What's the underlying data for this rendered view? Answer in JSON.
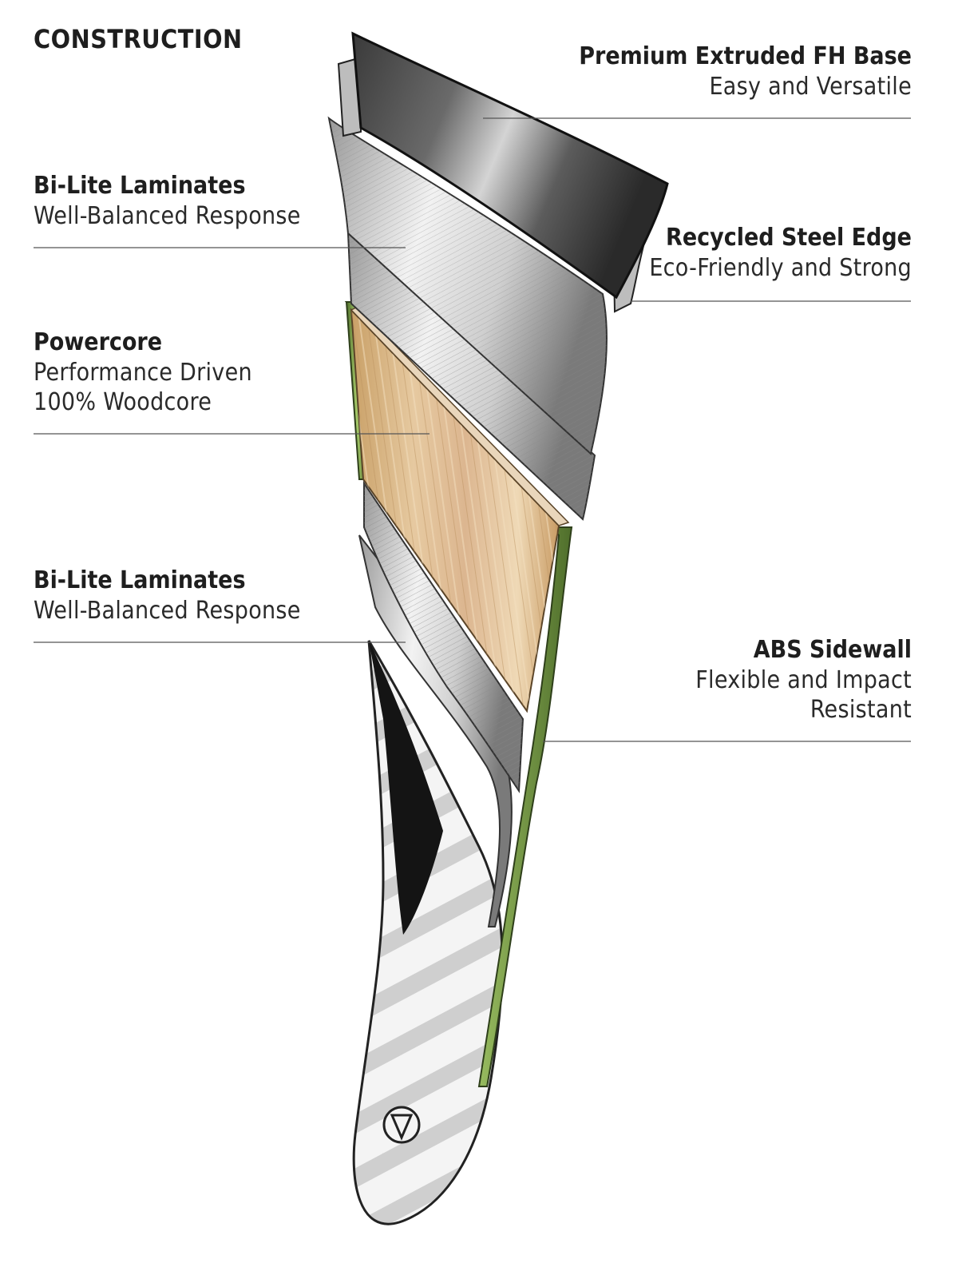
{
  "heading": "CONSTRUCTION",
  "callouts": {
    "base": {
      "title": "Premium Extruded FH Base",
      "lines": [
        "Easy and Versatile"
      ]
    },
    "edge": {
      "title": "Recycled Steel Edge",
      "lines": [
        "Eco-Friendly and Strong"
      ]
    },
    "sidewall": {
      "title": "ABS Sidewall",
      "lines": [
        "Flexible and Impact",
        "Resistant"
      ]
    },
    "laminate_top": {
      "title": "Bi-Lite Laminates",
      "lines": [
        "Well-Balanced Response"
      ]
    },
    "core": {
      "title": "Powercore",
      "lines": [
        "Performance Driven",
        "100% Woodcore"
      ]
    },
    "laminate_bottom": {
      "title": "Bi-Lite Laminates",
      "lines": [
        "Well-Balanced Response"
      ]
    }
  },
  "colors": {
    "leader_line": "#555555",
    "base": "#2b2b2b",
    "laminate": "#d9d9d9",
    "woodcore": "#d8b88c",
    "sidewall": "#7da24a",
    "topsheet": "#f0f0f0"
  }
}
